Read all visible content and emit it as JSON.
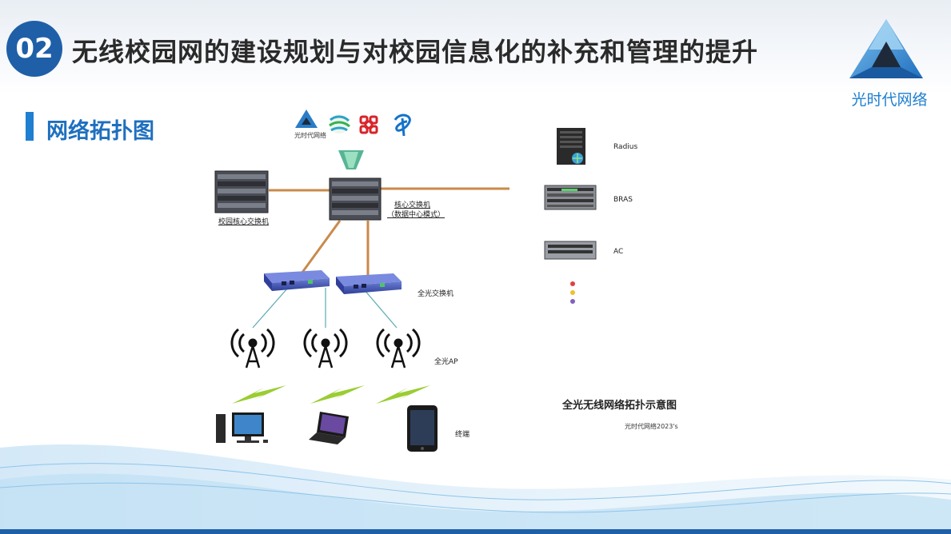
{
  "header": {
    "number": "02",
    "title": "无线校园网的建设规划与对校园信息化的补充和管理的提升",
    "brand_name": "光时代网络"
  },
  "section": {
    "title": "网络拓扑图"
  },
  "carriers": {
    "brand_small_label": "光时代网络"
  },
  "devices": {
    "campus_core_switch": "校园核心交换机",
    "core_switch_line1": "核心交换机",
    "core_switch_line2": "（数据中心模式）",
    "all_optical_switch": "全光交换机",
    "all_optical_ap": "全光AP",
    "terminal": "终端",
    "radius": "Radius",
    "bras": "BRAS",
    "ac": "AC"
  },
  "caption": {
    "title": "全光无线网络拓扑示意图",
    "subtitle": "光时代网络2023's"
  },
  "colors": {
    "accent_blue": "#1f7fd0",
    "badge_blue": "#1f5fa8",
    "link_orange": "#c98a4a",
    "link_teal": "#5aa9b5",
    "signal_green": "#9acd32"
  }
}
